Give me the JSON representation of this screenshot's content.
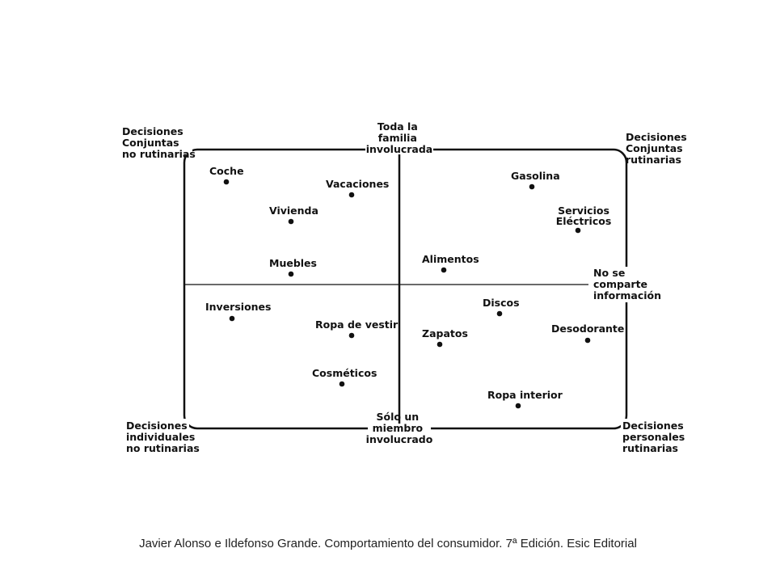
{
  "corners": {
    "top_left": [
      "Decisiones",
      "Conjuntas",
      "no rutinarias"
    ],
    "top_right": [
      "Decisiones",
      "Conjuntas",
      "rutinarias"
    ],
    "bottom_left": [
      "Decisiones",
      "individuales",
      "no rutinarias"
    ],
    "bottom_right": [
      "Decisiones",
      "personales",
      "rutinarias"
    ]
  },
  "axes": {
    "top": [
      "Toda  la",
      "familia",
      "involucrada"
    ],
    "bottom": [
      "Sólo un",
      "miembro",
      "involucrado"
    ],
    "right": [
      "No se",
      "comparte",
      "información"
    ]
  },
  "items": [
    {
      "label": [
        "Coche"
      ]
    },
    {
      "label": [
        "Vacaciones"
      ]
    },
    {
      "label": [
        "Vivienda"
      ]
    },
    {
      "label": [
        "Muebles"
      ]
    },
    {
      "label": [
        "Gasolina"
      ]
    },
    {
      "label": [
        "Servicios",
        "Eléctricos"
      ]
    },
    {
      "label": [
        "Alimentos"
      ]
    },
    {
      "label": [
        "Inversiones"
      ]
    },
    {
      "label": [
        "Ropa de vestir"
      ]
    },
    {
      "label": [
        "Cosméticos"
      ]
    },
    {
      "label": [
        "Discos"
      ]
    },
    {
      "label": [
        "Zapatos"
      ]
    },
    {
      "label": [
        "Desodorante"
      ]
    },
    {
      "label": [
        "Ropa interior"
      ]
    }
  ],
  "caption": "Javier Alonso e Ildefonso Grande. Comportamiento del consumidor. 7ª Edición. Esic Editorial",
  "colors": {
    "ink": "#111111",
    "background": "#ffffff"
  }
}
